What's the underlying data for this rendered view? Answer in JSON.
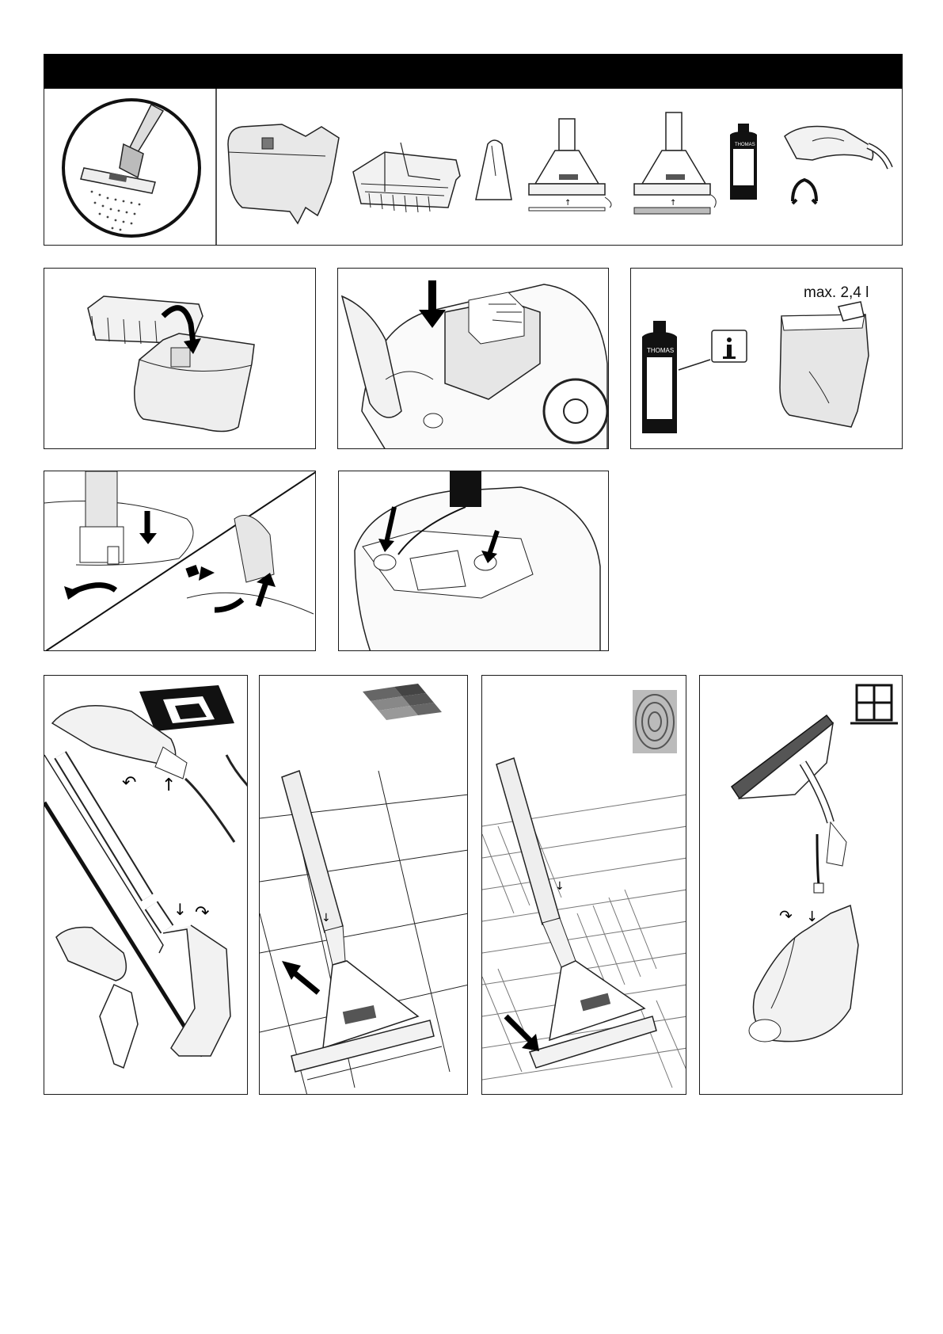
{
  "header": {
    "title": ""
  },
  "accessories": {
    "brand_label": "THOMAS"
  },
  "fill_panel": {
    "max_label": "max. 2,4 l",
    "bottle_brand": "THOMAS",
    "info_icon": "i"
  },
  "surfaces": {
    "carpet": "carpet-icon",
    "tiles": "tiles-icon",
    "wood": "wood-icon",
    "window": "window-icon"
  }
}
